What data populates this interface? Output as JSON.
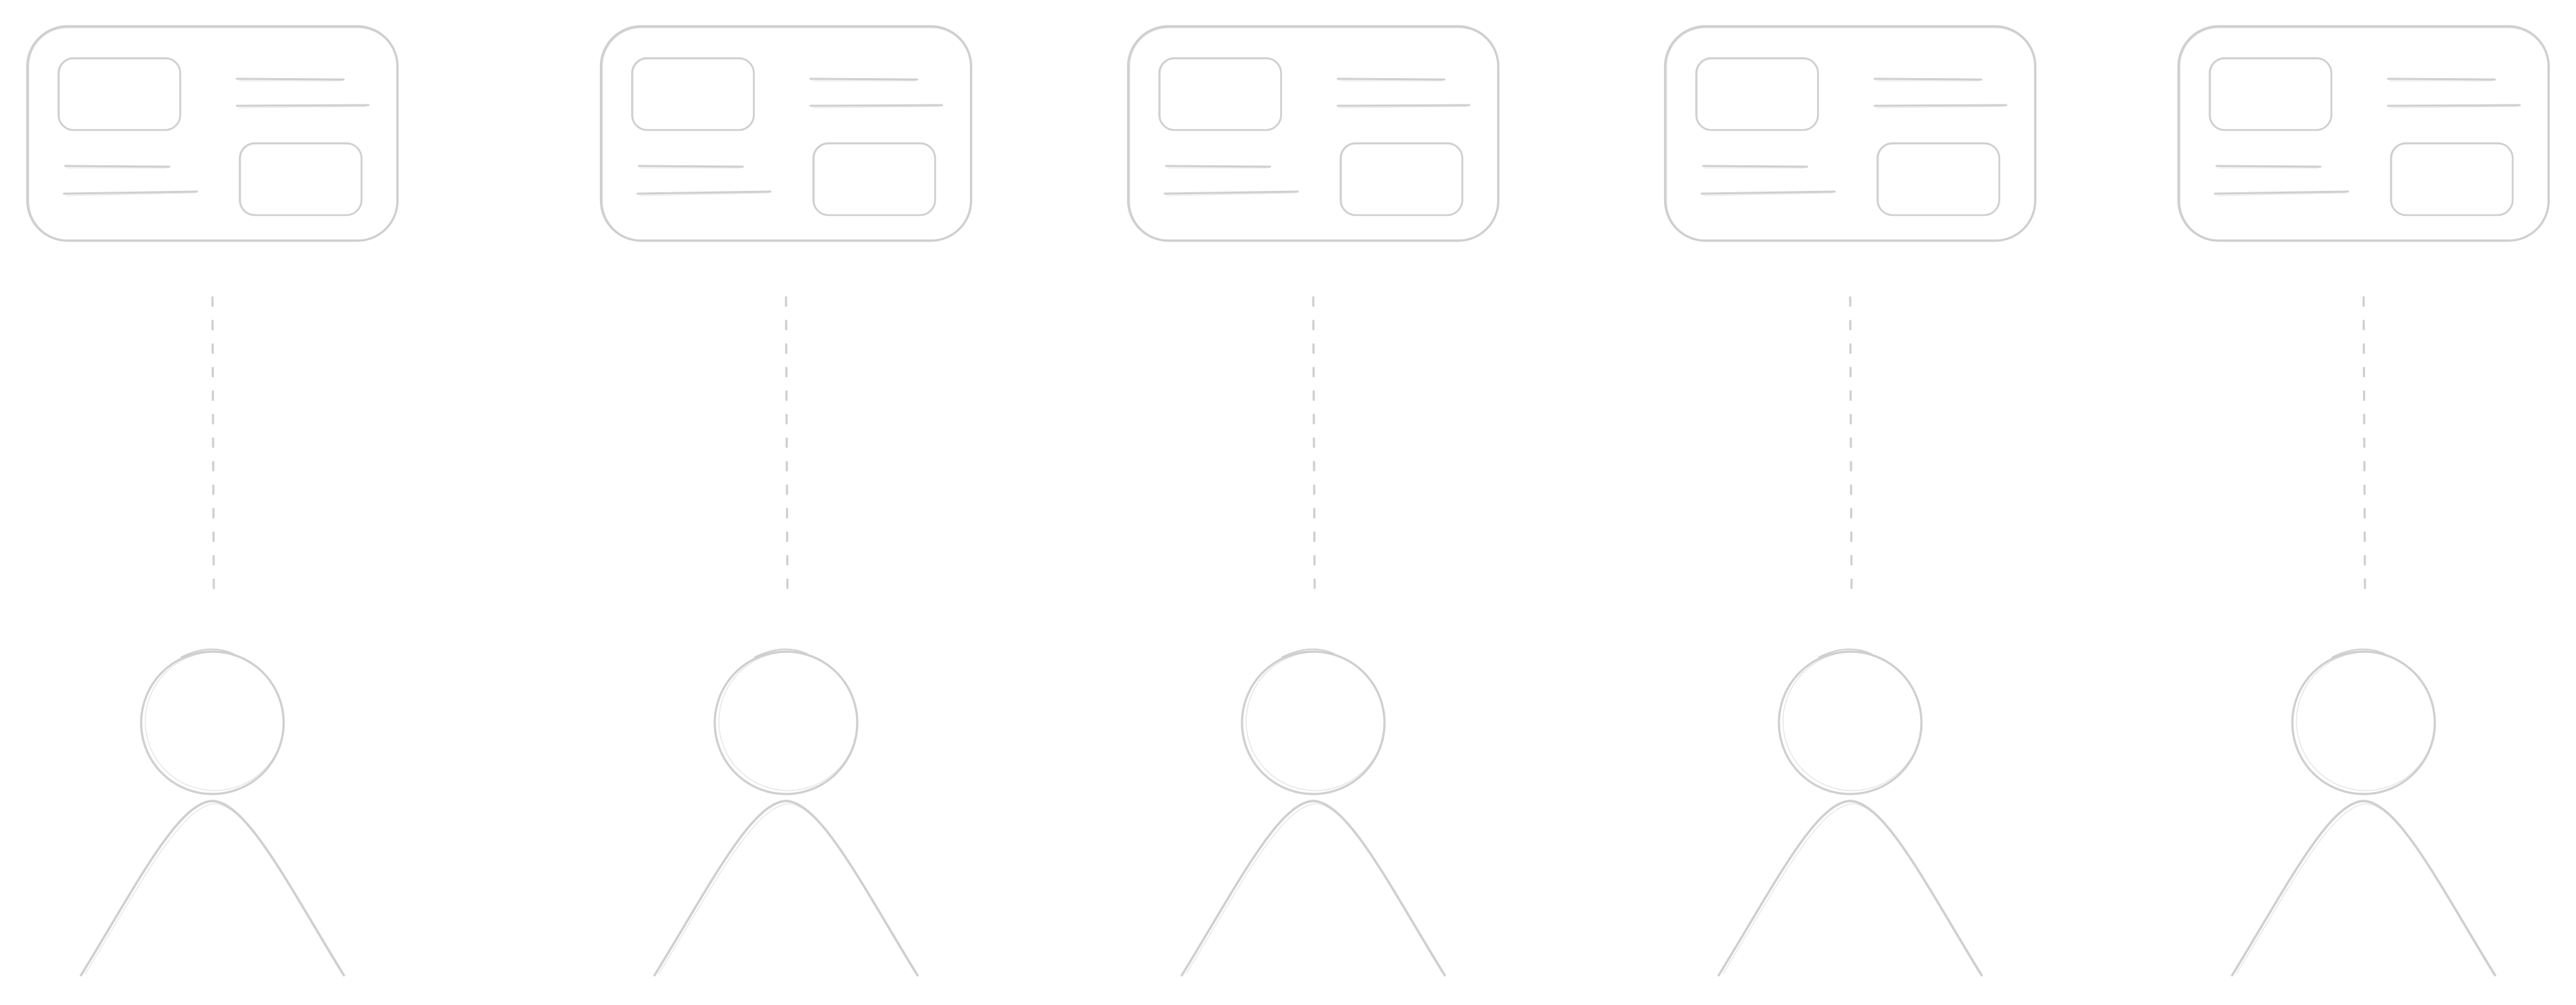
{
  "diagram": {
    "kind": "sketch",
    "style": "hand-drawn outline",
    "colors": {
      "stroke": "#cfcfcf",
      "background": "#ffffff"
    },
    "groups": [
      {
        "id": "group-1",
        "card": {
          "image_slots": 2,
          "text_lines": 4
        },
        "connector": "dashed",
        "figure": "person"
      },
      {
        "id": "group-2",
        "card": {
          "image_slots": 2,
          "text_lines": 4
        },
        "connector": "dashed",
        "figure": "person"
      },
      {
        "id": "group-3",
        "card": {
          "image_slots": 2,
          "text_lines": 4
        },
        "connector": "dashed",
        "figure": "person"
      },
      {
        "id": "group-4",
        "card": {
          "image_slots": 2,
          "text_lines": 4
        },
        "connector": "dashed",
        "figure": "person"
      },
      {
        "id": "group-5",
        "card": {
          "image_slots": 2,
          "text_lines": 4
        },
        "connector": "dashed",
        "figure": "person"
      }
    ]
  }
}
